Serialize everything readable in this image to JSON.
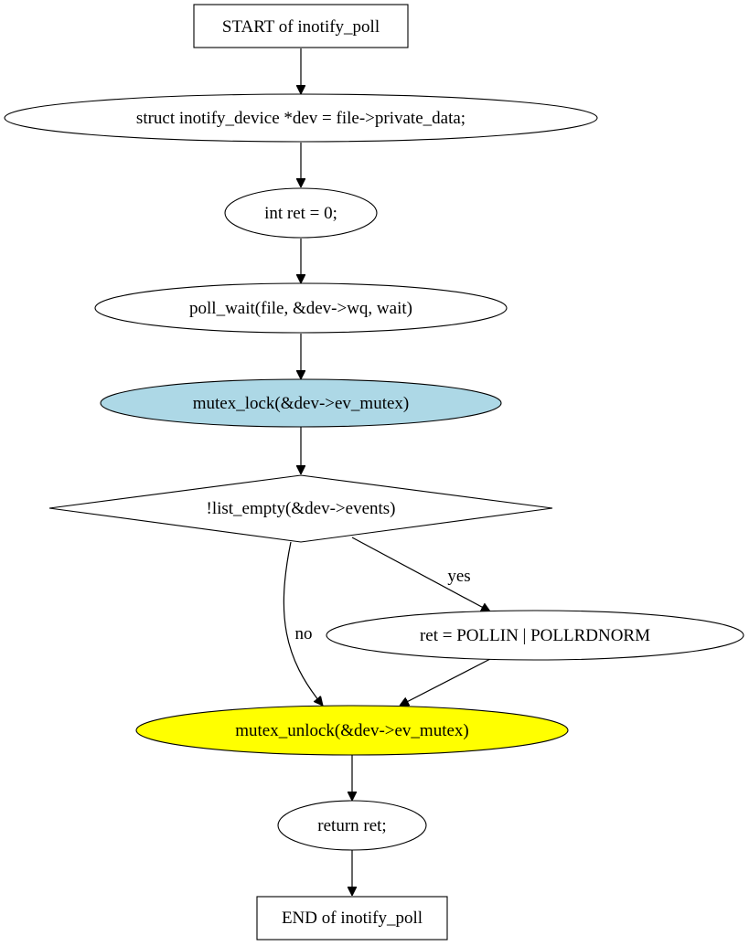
{
  "diagram": {
    "nodes": {
      "start": {
        "label": "START of inotify_poll",
        "shape": "box",
        "fill": "#ffffff"
      },
      "dev_decl": {
        "label": "struct inotify_device *dev = file->private_data;",
        "shape": "ellipse",
        "fill": "#ffffff"
      },
      "ret_decl": {
        "label": "int ret = 0;",
        "shape": "ellipse",
        "fill": "#ffffff"
      },
      "poll_wait": {
        "label": "poll_wait(file, &dev->wq, wait)",
        "shape": "ellipse",
        "fill": "#ffffff"
      },
      "mutex_lock": {
        "label": "mutex_lock(&dev->ev_mutex)",
        "shape": "ellipse",
        "fill": "#add8e6"
      },
      "list_check": {
        "label": "!list_empty(&dev->events)",
        "shape": "diamond",
        "fill": "#ffffff"
      },
      "ret_assign": {
        "label": "ret = POLLIN | POLLRDNORM",
        "shape": "ellipse",
        "fill": "#ffffff"
      },
      "mutex_unlock": {
        "label": "mutex_unlock(&dev->ev_mutex)",
        "shape": "ellipse",
        "fill": "#ffff00"
      },
      "return_ret": {
        "label": "return ret;",
        "shape": "ellipse",
        "fill": "#ffffff"
      },
      "end": {
        "label": "END of inotify_poll",
        "shape": "box",
        "fill": "#ffffff"
      }
    },
    "edges": [
      {
        "from": "start",
        "to": "dev_decl",
        "label": ""
      },
      {
        "from": "dev_decl",
        "to": "ret_decl",
        "label": ""
      },
      {
        "from": "ret_decl",
        "to": "poll_wait",
        "label": ""
      },
      {
        "from": "poll_wait",
        "to": "mutex_lock",
        "label": ""
      },
      {
        "from": "mutex_lock",
        "to": "list_check",
        "label": ""
      },
      {
        "from": "list_check",
        "to": "ret_assign",
        "label": "yes"
      },
      {
        "from": "list_check",
        "to": "mutex_unlock",
        "label": "no"
      },
      {
        "from": "ret_assign",
        "to": "mutex_unlock",
        "label": ""
      },
      {
        "from": "mutex_unlock",
        "to": "return_ret",
        "label": ""
      },
      {
        "from": "return_ret",
        "to": "end",
        "label": ""
      }
    ]
  }
}
